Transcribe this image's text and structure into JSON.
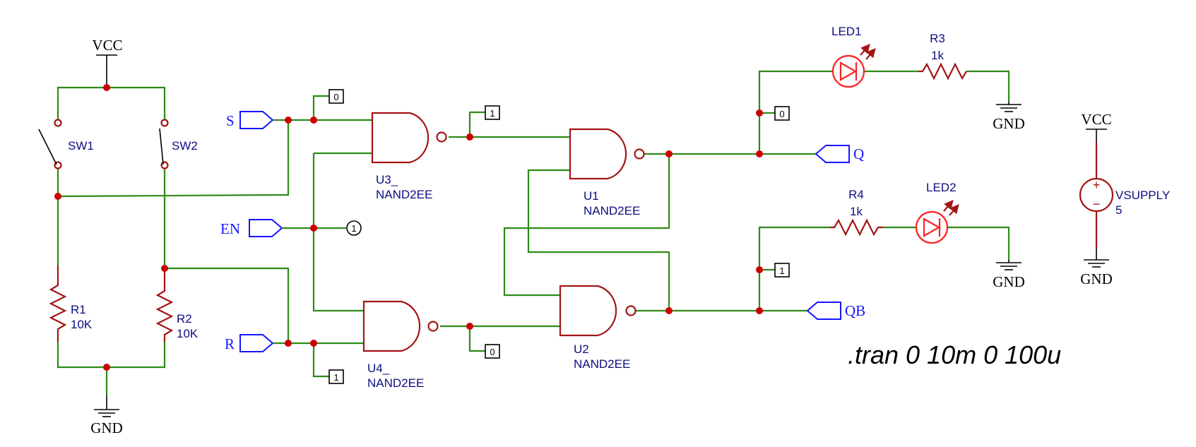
{
  "power": {
    "vcc": "VCC",
    "gnd": "GND"
  },
  "switches": [
    {
      "ref": "SW1"
    },
    {
      "ref": "SW2"
    }
  ],
  "resistors": [
    {
      "ref": "R1",
      "value": "10K"
    },
    {
      "ref": "R2",
      "value": "10K"
    },
    {
      "ref": "R3",
      "value": "1k"
    },
    {
      "ref": "R4",
      "value": "1k"
    }
  ],
  "gates": [
    {
      "ref": "U3_",
      "type": "NAND2EE"
    },
    {
      "ref": "U4_",
      "type": "NAND2EE"
    },
    {
      "ref": "U1",
      "type": "NAND2EE"
    },
    {
      "ref": "U2",
      "type": "NAND2EE"
    }
  ],
  "leds": [
    {
      "ref": "LED1"
    },
    {
      "ref": "LED2"
    }
  ],
  "source": {
    "ref": "VSUPPLY",
    "value": "5",
    "plus": "+",
    "minus": "−"
  },
  "ports": {
    "s": "S",
    "en": "EN",
    "r": "R",
    "q": "Q",
    "qb": "QB"
  },
  "probes": {
    "s_in": "0",
    "u3_out": "1",
    "en": "1",
    "u4_out": "0",
    "r_in": "1",
    "q": "0",
    "qb": "1"
  },
  "directive": ".tran 0 10m 0 100u",
  "colors": {
    "wire": "#2e8b17",
    "component": "#a31515",
    "led": "#ff2020",
    "port": "#1515ff",
    "label": "#0d0d80"
  }
}
